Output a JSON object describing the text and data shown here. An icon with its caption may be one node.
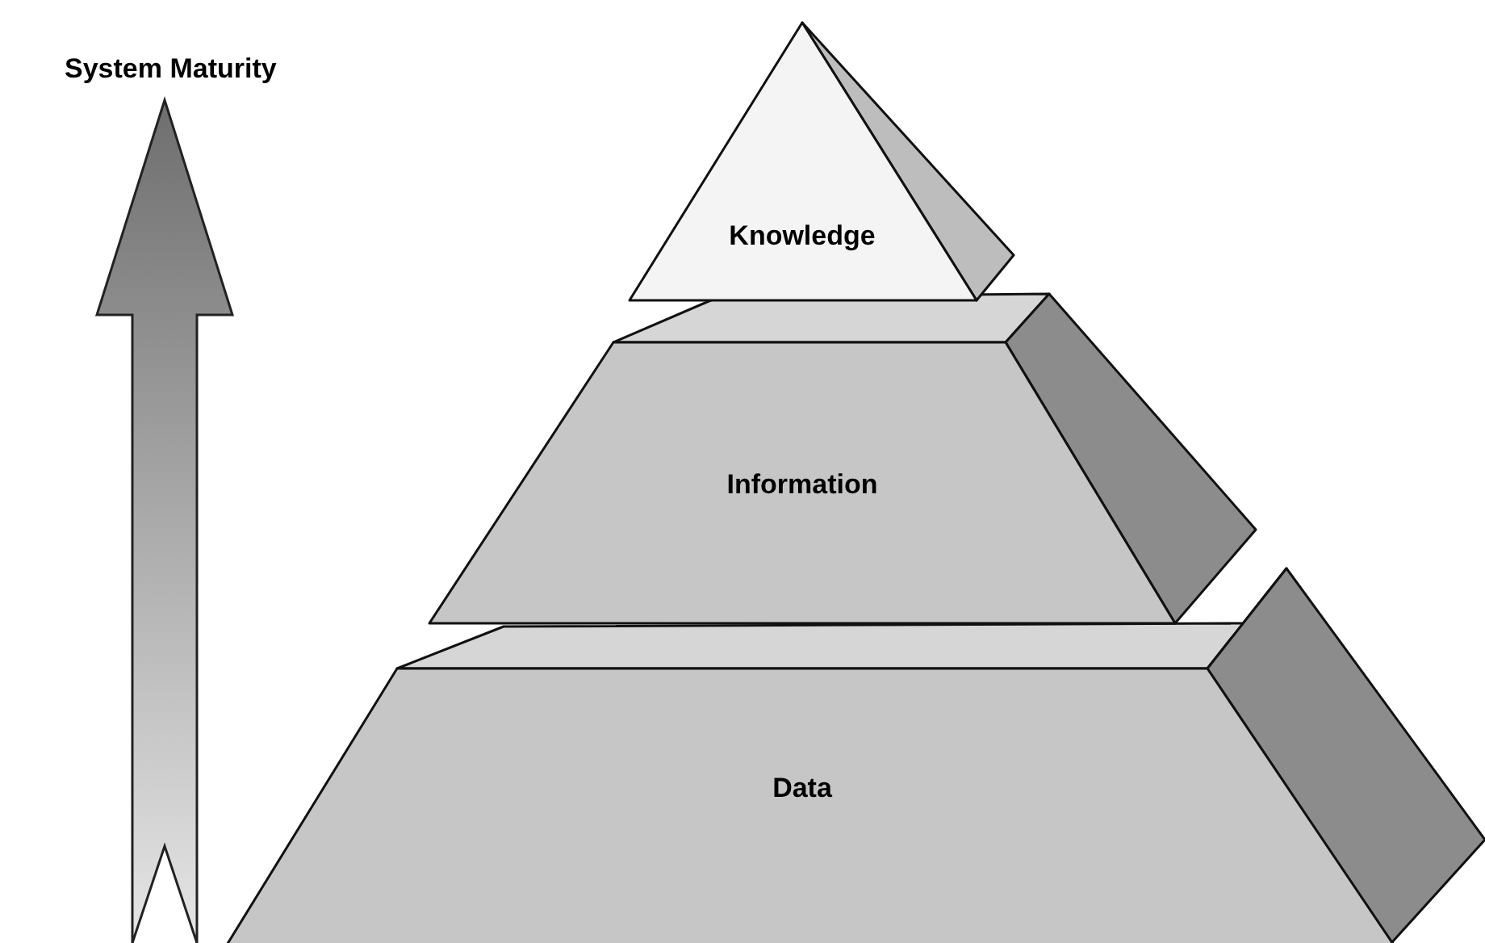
{
  "diagram": {
    "nodes": [
      {
        "text": [
          "Knowledge"
        ]
      },
      {
        "text": [
          "Information"
        ]
      },
      {
        "text": [
          "Data"
        ]
      }
    ],
    "labels": [
      "System Maturity"
    ]
  }
}
